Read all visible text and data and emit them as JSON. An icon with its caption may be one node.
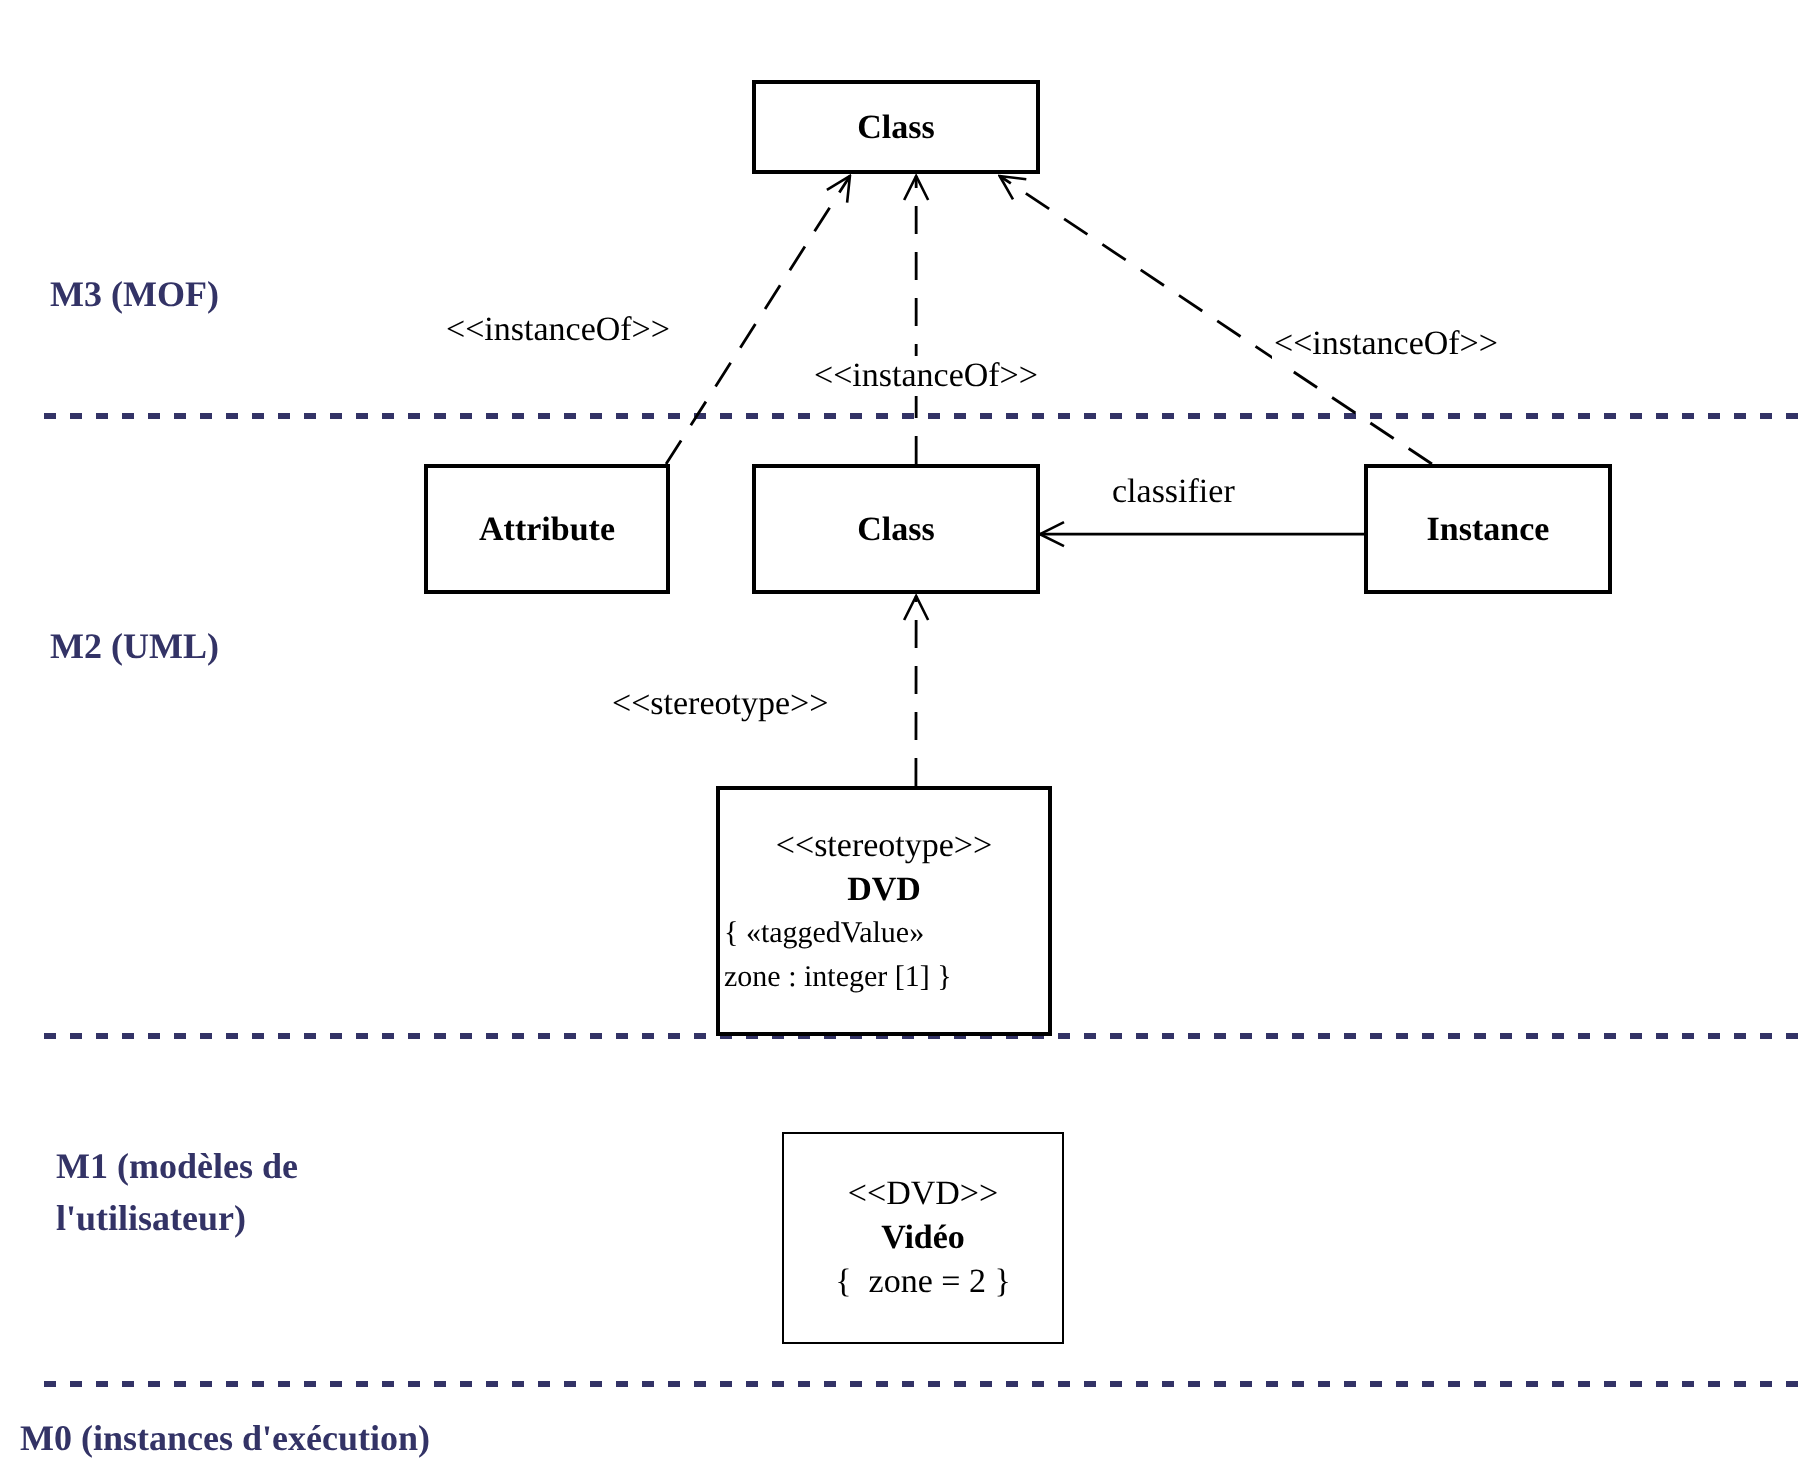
{
  "diagram": {
    "nodes": [
      {
        "text": [
          "Class"
        ]
      },
      {
        "text": [
          "Attribute"
        ]
      },
      {
        "text": [
          "Class"
        ]
      },
      {
        "text": [
          "Instance"
        ]
      },
      {
        "text": [
          "<<stereotype>>",
          "DVD",
          "{ «taggedValue» zone : integer [1] }"
        ]
      },
      {
        "text": [
          "<<DVD>>",
          "Vidéo",
          "{  zone = 2 }"
        ]
      }
    ],
    "edges": [
      {
        "from": 1,
        "to": 0,
        "arrow": "to",
        "style": "dashed",
        "label": "<<instanceOf>>"
      },
      {
        "from": 2,
        "to": 0,
        "arrow": "to",
        "style": "dashed",
        "label": "<<instanceOf>>"
      },
      {
        "from": 3,
        "to": 0,
        "arrow": "to",
        "style": "dashed",
        "label": "<<instanceOf>>"
      },
      {
        "from": 3,
        "to": 2,
        "arrow": "to",
        "label": "classifier"
      },
      {
        "from": 4,
        "to": 2,
        "arrow": "to",
        "style": "dashed",
        "label": "<<stereotype>>"
      }
    ],
    "labels": [
      "M3 (MOF)",
      "M2 (UML)",
      "M1 (modèles de l'utilisateur)",
      "M0 (instances d'exécution)"
    ]
  }
}
